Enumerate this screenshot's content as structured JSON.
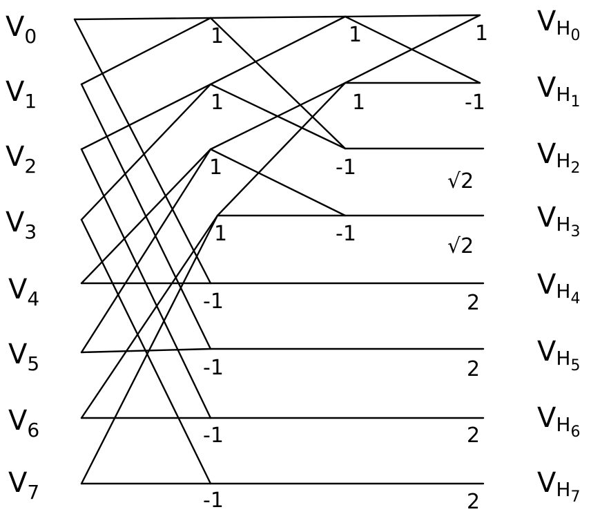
{
  "inputs": [
    {
      "base": "V",
      "sub": "0"
    },
    {
      "base": "V",
      "sub": "1"
    },
    {
      "base": "V",
      "sub": "2"
    },
    {
      "base": "V",
      "sub": "3"
    },
    {
      "base": "V",
      "sub": "4"
    },
    {
      "base": "V",
      "sub": "5"
    },
    {
      "base": "V",
      "sub": "6"
    },
    {
      "base": "V",
      "sub": "7"
    }
  ],
  "outputs": [
    {
      "base": "V",
      "sub": "H",
      "subsub": "0"
    },
    {
      "base": "V",
      "sub": "H",
      "subsub": "1"
    },
    {
      "base": "V",
      "sub": "H",
      "subsub": "2"
    },
    {
      "base": "V",
      "sub": "H",
      "subsub": "3"
    },
    {
      "base": "V",
      "sub": "H",
      "subsub": "4"
    },
    {
      "base": "V",
      "sub": "H",
      "subsub": "5"
    },
    {
      "base": "V",
      "sub": "H",
      "subsub": "6"
    },
    {
      "base": "V",
      "sub": "H",
      "subsub": "7"
    }
  ],
  "stage1_coefficients": [
    "1",
    "1",
    "1",
    "1",
    "-1",
    "-1",
    "-1",
    "-1"
  ],
  "stage2_coefficients": [
    "1",
    "1",
    "-1",
    "-1"
  ],
  "stage3_coefficients": [
    "1",
    "-1",
    "√2",
    "√2",
    "2",
    "2",
    "2",
    "2"
  ]
}
